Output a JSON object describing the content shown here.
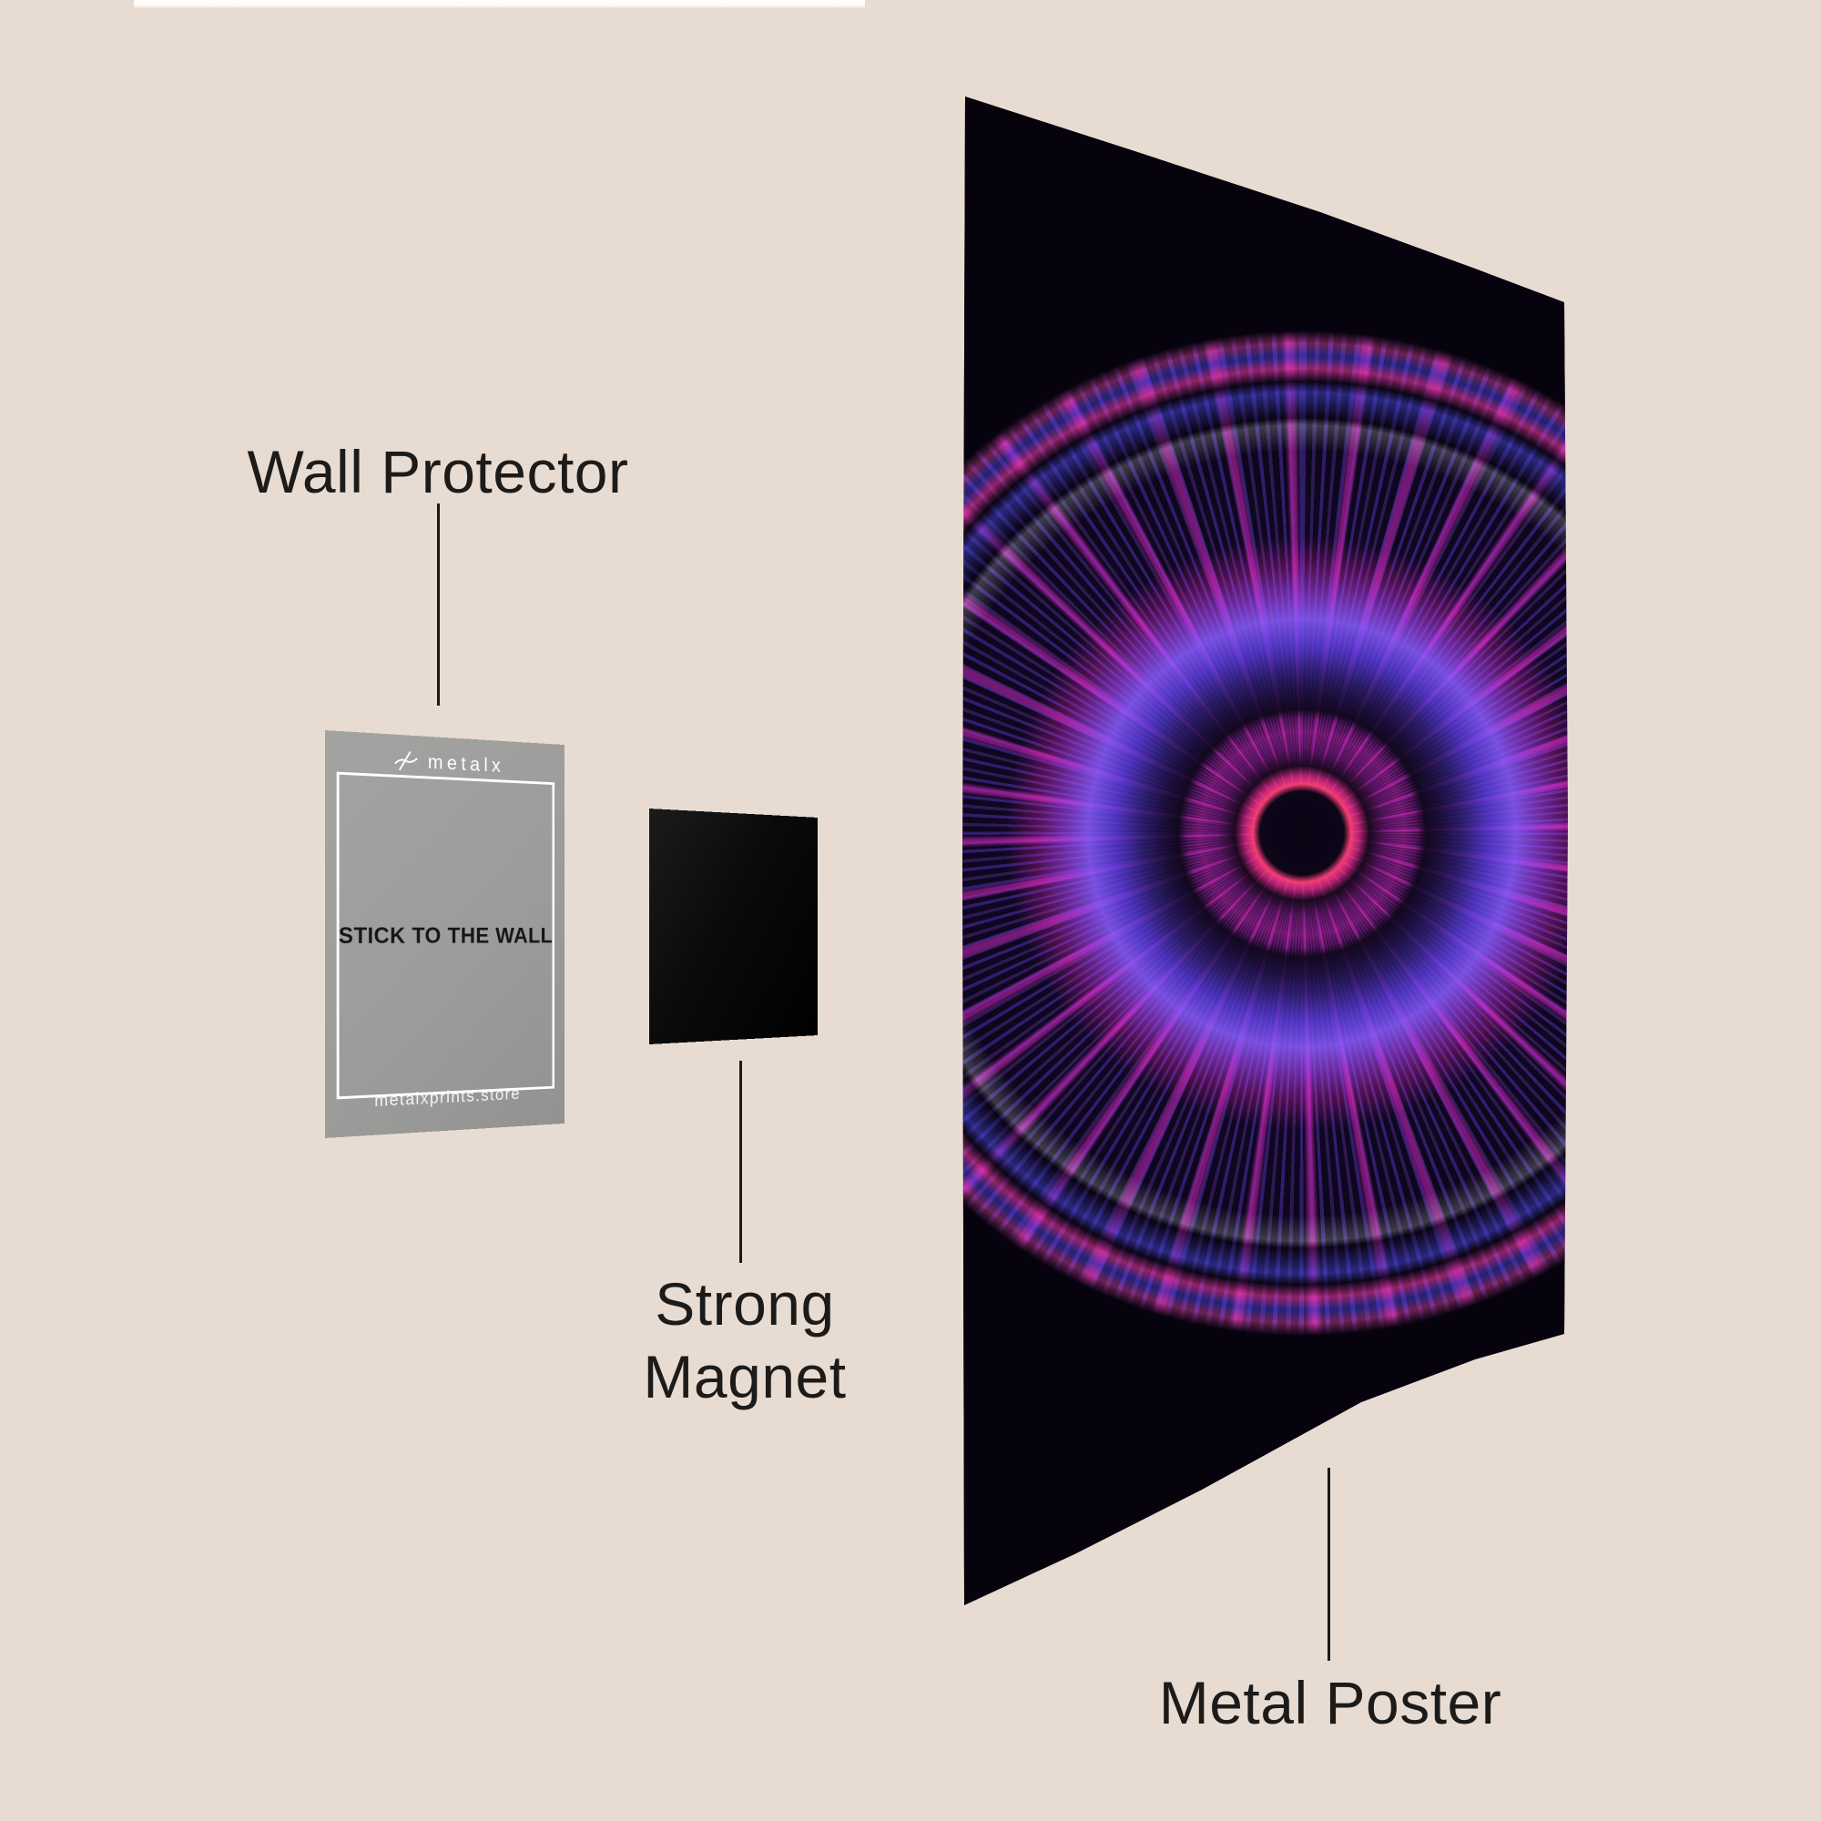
{
  "page": {
    "background_color": "#e8dcd2",
    "text_color": "#1d1b1a"
  },
  "labels": {
    "wall_protector": "Wall Protector",
    "strong_magnet_line1": "Strong",
    "strong_magnet_line2": "Magnet",
    "metal_poster": "Metal Poster"
  },
  "protector_card": {
    "brand": "metalx",
    "instruction": "STICK TO THE WALL",
    "website": "metalxprints.store",
    "card_color": "#9c9c9a",
    "logo_icon": "metalx-logo-icon"
  },
  "magnet": {
    "color": "#0b0b0b"
  },
  "poster": {
    "colors": {
      "background": "#07030f",
      "magenta": "#ec2ace",
      "violet": "#8a5cff",
      "blue": "#4c4ceb",
      "pink": "#ff3fae",
      "inner_ring_red": "#ff4078"
    }
  }
}
